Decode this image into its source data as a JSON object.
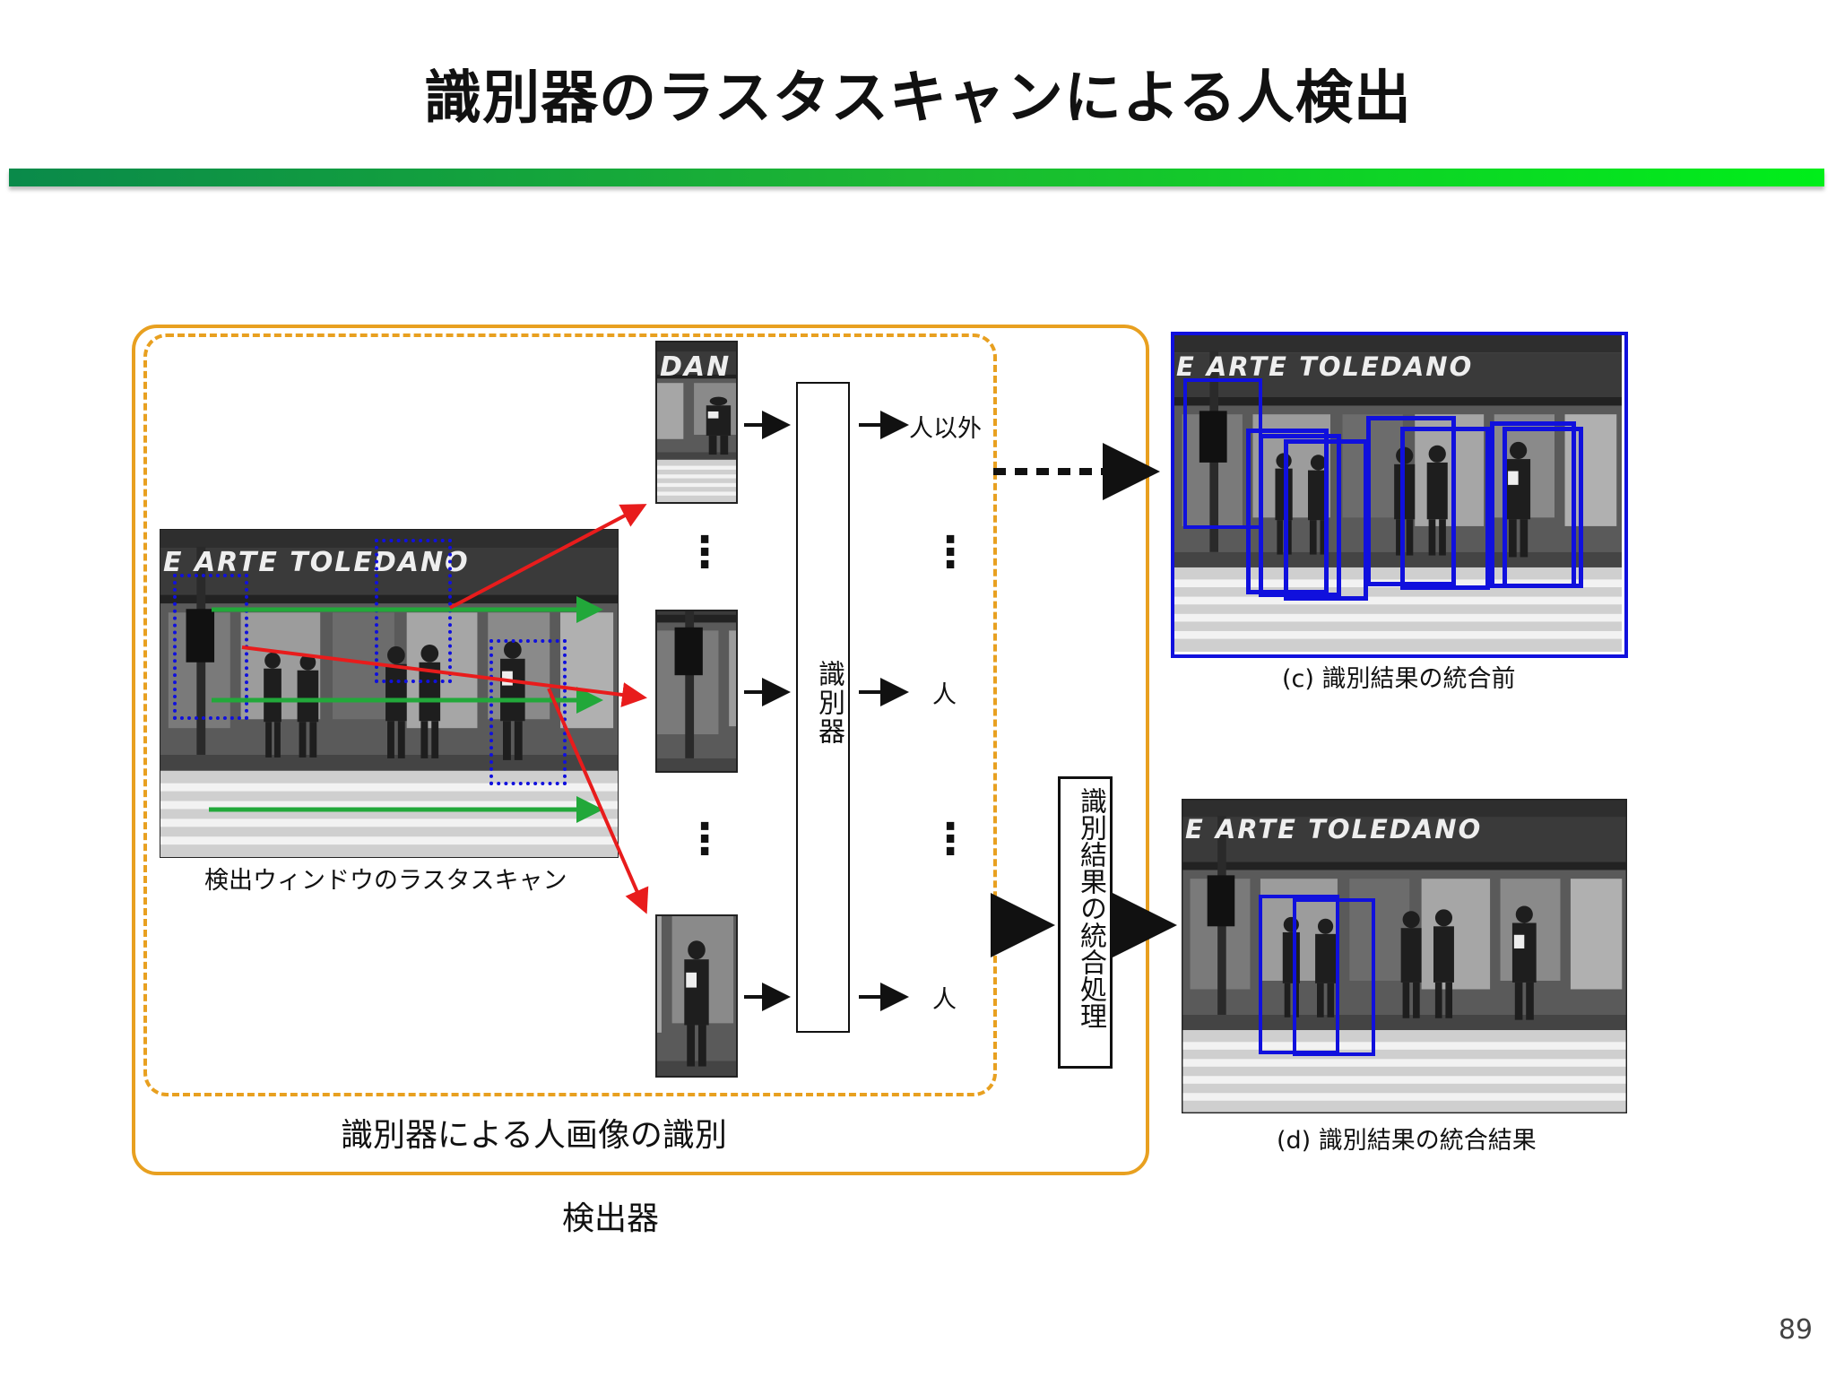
{
  "title": "識別器のラスタスキャンによる人検出",
  "page_number": "89",
  "scan": {
    "caption": "検出ウィンドウのラスタスキャン",
    "sign_text": "E ARTE TOLEDANO"
  },
  "crops": {
    "top_text": "DAN",
    "dots": "⋮"
  },
  "classifier": {
    "label": "識別器"
  },
  "outputs": {
    "top": "人以外",
    "middle": "人",
    "bottom": "人",
    "dots": "⋮"
  },
  "classification_caption": "識別器による人画像の識別",
  "detector_caption": "検出器",
  "integration": {
    "label": "識別結果の統合処理"
  },
  "result_before": {
    "caption": "(c) 識別結果の統合前",
    "sign_text": "E ARTE TOLEDANO"
  },
  "result_after": {
    "caption": "(d) 識別結果の統合結果",
    "sign_text": "E ARTE TOLEDANO"
  },
  "colors": {
    "detector_frame": "#e8a020",
    "blue_box": "#1010dd",
    "green_arrow": "#22a83a",
    "red_arrow": "#e81c1c"
  }
}
